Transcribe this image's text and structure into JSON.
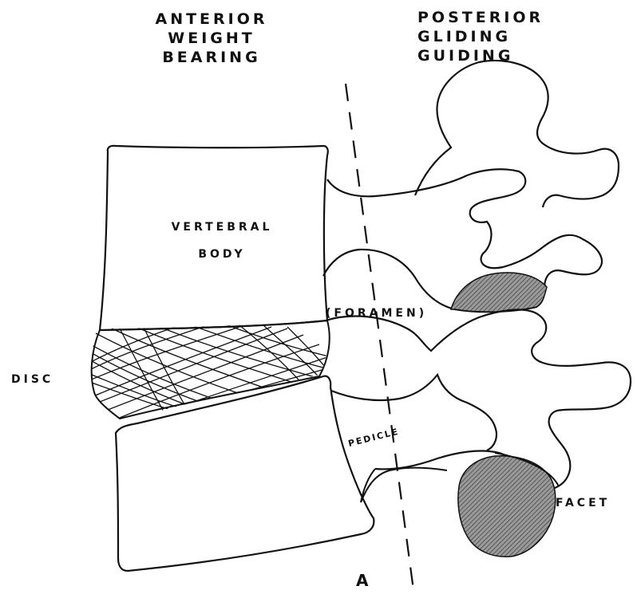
{
  "headings": {
    "anterior": [
      "ANTERIOR",
      "WEIGHT",
      "BEARING"
    ],
    "posterior": [
      "POSTERIOR",
      "GLIDING",
      "GUIDING"
    ]
  },
  "labels": {
    "vertebral_body": [
      "VERTEBRAL",
      "BODY"
    ],
    "foramen": "(FORAMEN)",
    "disc": "DISC",
    "pedicle": "PEDICLE",
    "facet": "FACET",
    "figure_letter": "A"
  },
  "colors": {
    "ink": "#111111",
    "facet_fill": "#7a7a7a",
    "background": "#ffffff"
  }
}
